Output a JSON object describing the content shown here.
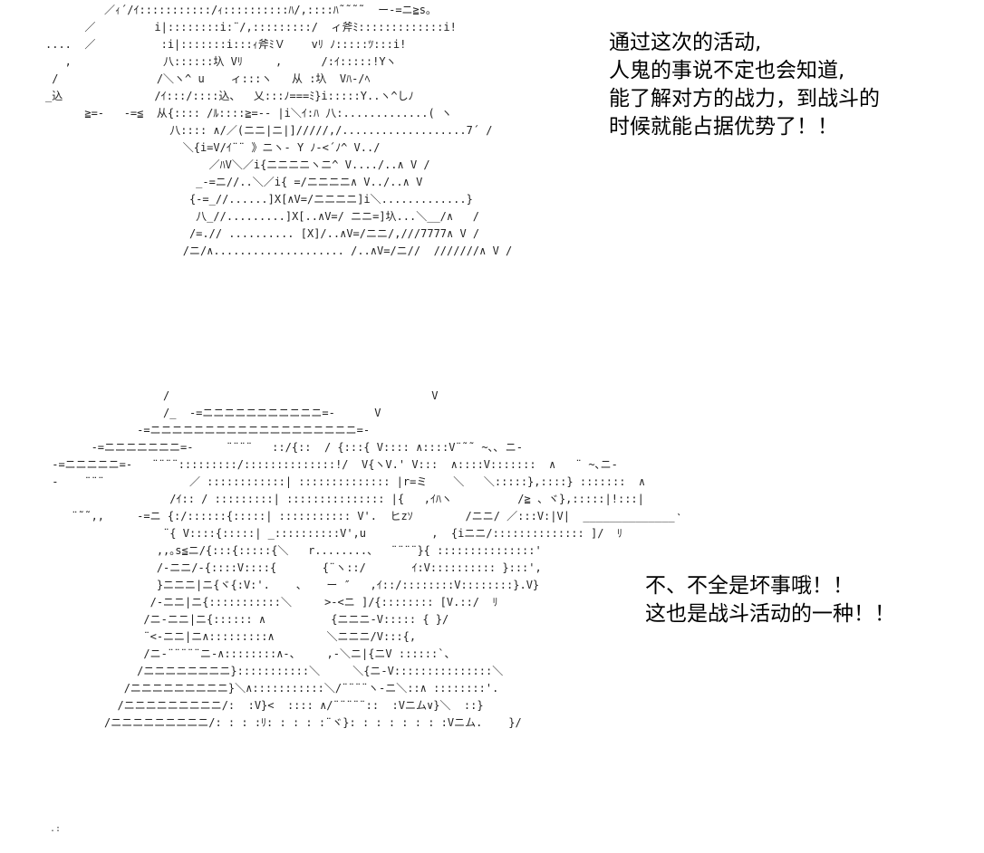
{
  "scene": {
    "panel_top": {
      "dialogue": [
        "通过这次的活动,",
        "人鬼的事说不定也会知道,",
        "能了解对方的战力，到战斗的",
        "时候就能占据优势了！！"
      ]
    },
    "panel_bottom": {
      "dialogue": [
        "不、不全是坏事哦！！",
        "这也是战斗活动的一种！！"
      ]
    },
    "footer_mark": ".:"
  }
}
